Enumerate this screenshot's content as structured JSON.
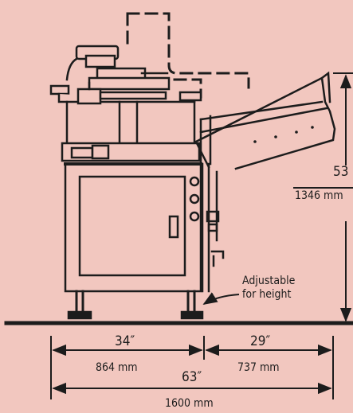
{
  "colors": {
    "background": "#f2c7bf",
    "ink": "#1c1c1c"
  },
  "annotations": {
    "adjustable_line1": "Adjustable",
    "adjustable_line2": "for height"
  },
  "dimensions": {
    "left_width_in": "34″",
    "left_width_mm": "864 mm",
    "right_width_in": "29″",
    "right_width_mm": "737 mm",
    "total_width_in": "63″",
    "total_width_mm": "1600 mm",
    "height_in": "53",
    "height_mm": "1346 mm"
  }
}
